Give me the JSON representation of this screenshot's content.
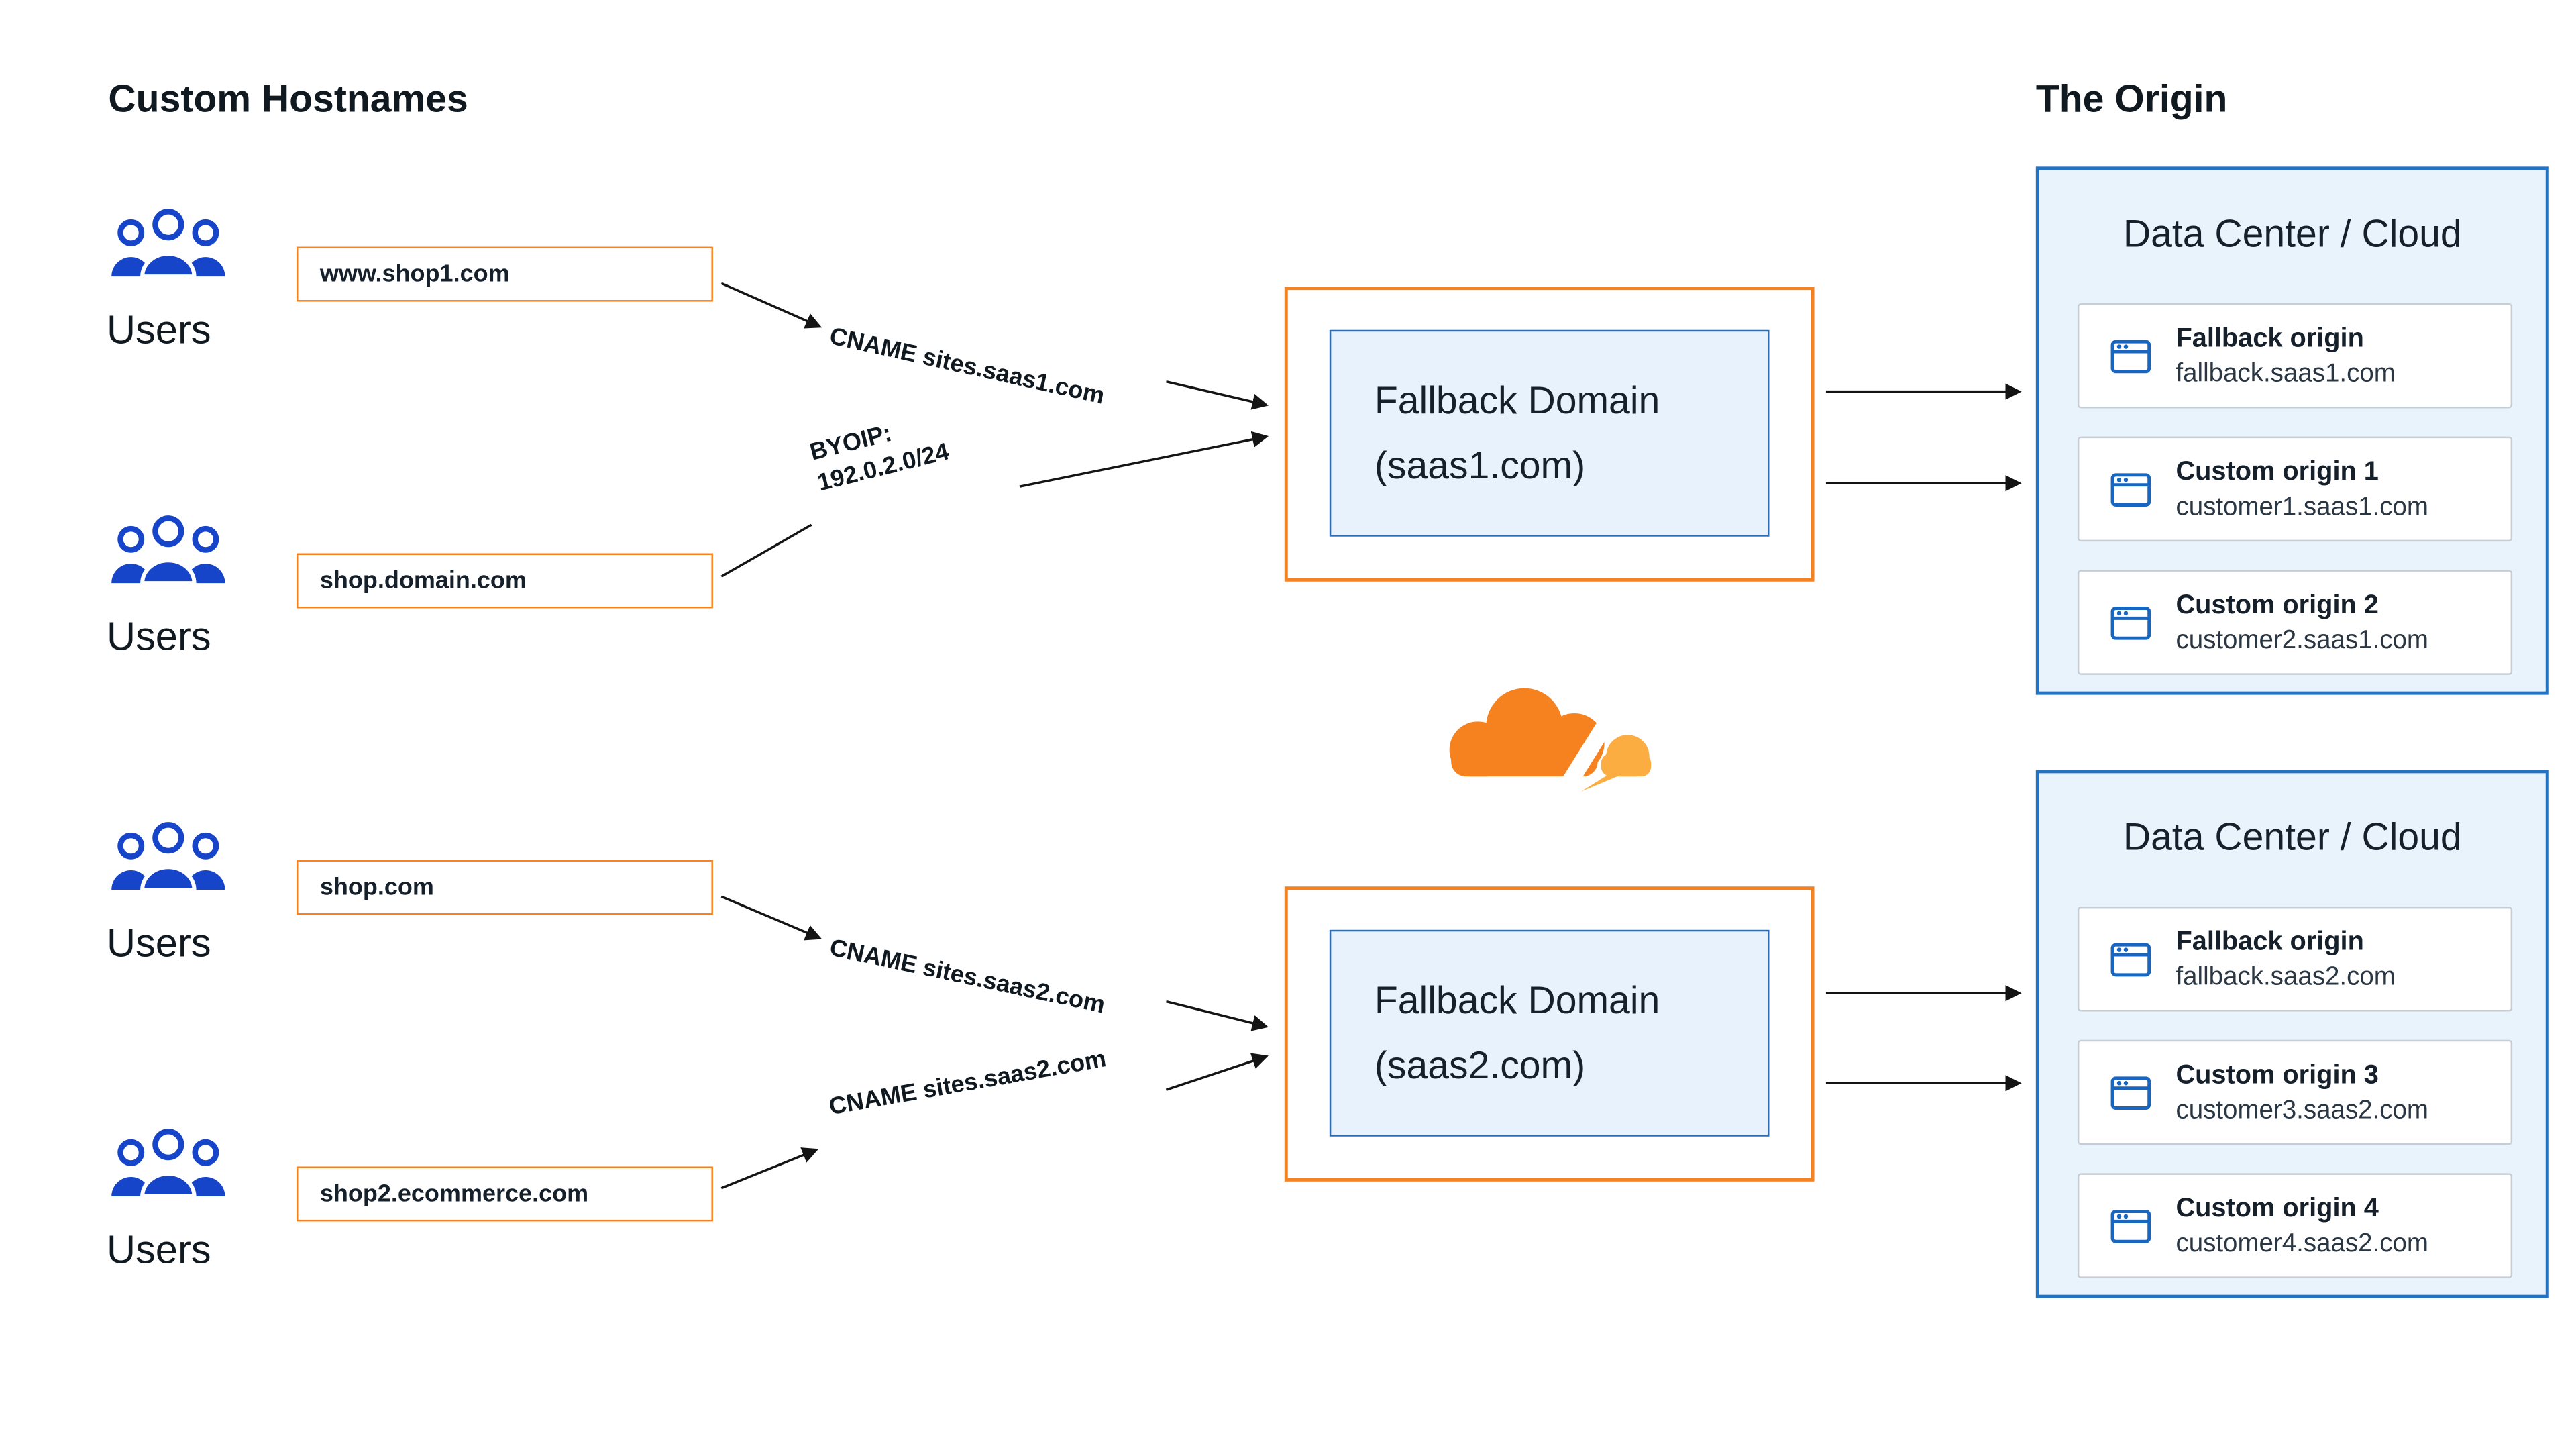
{
  "headers": {
    "left": "Custom Hostnames",
    "right": "The Origin"
  },
  "user_groups": [
    {
      "label": "Users",
      "hostname": "www.shop1.com"
    },
    {
      "label": "Users",
      "hostname": "shop.domain.com"
    },
    {
      "label": "Users",
      "hostname": "shop.com"
    },
    {
      "label": "Users",
      "hostname": "shop2.ecommerce.com"
    }
  ],
  "routes": [
    {
      "label": "CNAME sites.saas1.com"
    },
    {
      "label": "BYOIP:",
      "label2": "192.0.2.0/24"
    },
    {
      "label": "CNAME sites.saas2.com"
    },
    {
      "label": "CNAME sites.saas2.com"
    }
  ],
  "fallback_domains": [
    {
      "line1": "Fallback Domain",
      "line2": "(saas1.com)"
    },
    {
      "line1": "Fallback Domain",
      "line2": "(saas2.com)"
    }
  ],
  "origin_panels": [
    {
      "title": "Data Center / Cloud",
      "cards": [
        {
          "name": "Fallback origin",
          "host": "fallback.saas1.com"
        },
        {
          "name": "Custom origin 1",
          "host": "customer1.saas1.com"
        },
        {
          "name": "Custom origin 2",
          "host": "customer2.saas1.com"
        }
      ]
    },
    {
      "title": "Data Center / Cloud",
      "cards": [
        {
          "name": "Fallback origin",
          "host": "fallback.saas2.com"
        },
        {
          "name": "Custom origin 3",
          "host": "customer3.saas2.com"
        },
        {
          "name": "Custom origin 4",
          "host": "customer4.saas2.com"
        }
      ]
    }
  ],
  "icons": {
    "users": "users-icon",
    "browser": "browser-window-icon",
    "cloudflare": "cloudflare-logo-icon"
  },
  "colors": {
    "orange": "#f6821f",
    "orange_light": "#fbad41",
    "blue_users": "#1745c9",
    "blue_panel_border": "#2273c3",
    "blue_inner_border": "#2b6db5",
    "panel_bg": "#e9f3fc",
    "inner_bg": "#e7f2fc",
    "arrow": "#141414"
  }
}
